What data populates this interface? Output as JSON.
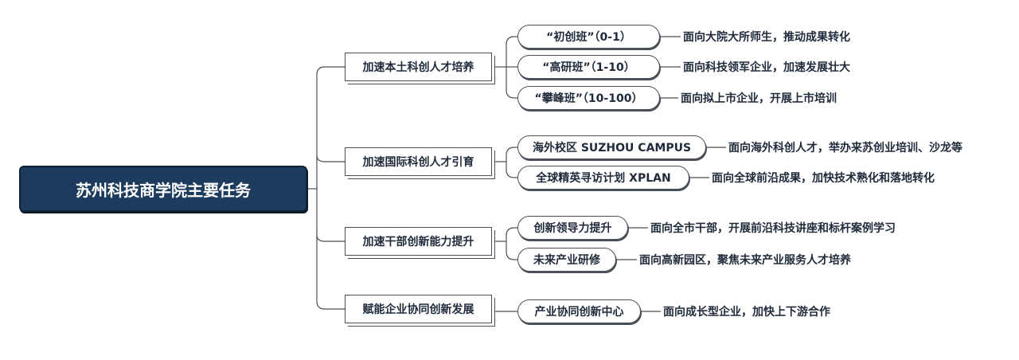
{
  "root": {
    "title": "苏州科技商学院主要任务"
  },
  "branches": [
    {
      "label": "加速本土科创人才培养",
      "children": [
        {
          "label": "“初创班”（0-1）",
          "desc": "面向大院大所师生，推动成果转化"
        },
        {
          "label": "“高研班”（1-10）",
          "desc": "面向科技领军企业，加速发展壮大"
        },
        {
          "label": "“攀峰班”（10-100）",
          "desc": "面向拟上市企业，开展上市培训"
        }
      ]
    },
    {
      "label": "加速国际科创人才引育",
      "children": [
        {
          "label": "海外校区 SUZHOU CAMPUS",
          "desc": "面向海外科创人才，举办来苏创业培训、沙龙等"
        },
        {
          "label": "全球精英寻访计划 XPLAN",
          "desc": "面向全球前沿成果，加快技术熟化和落地转化"
        }
      ]
    },
    {
      "label": "加速干部创新能力提升",
      "children": [
        {
          "label": "创新领导力提升",
          "desc": "面向全市干部，开展前沿科技讲座和标杆案例学习"
        },
        {
          "label": "未来产业研修",
          "desc": "面向高新园区，聚焦未来产业服务人才培养"
        }
      ]
    },
    {
      "label": "赋能企业协同创新发展",
      "children": [
        {
          "label": "产业协同创新中心",
          "desc": "面向成长型企业，加快上下游合作"
        }
      ]
    }
  ]
}
